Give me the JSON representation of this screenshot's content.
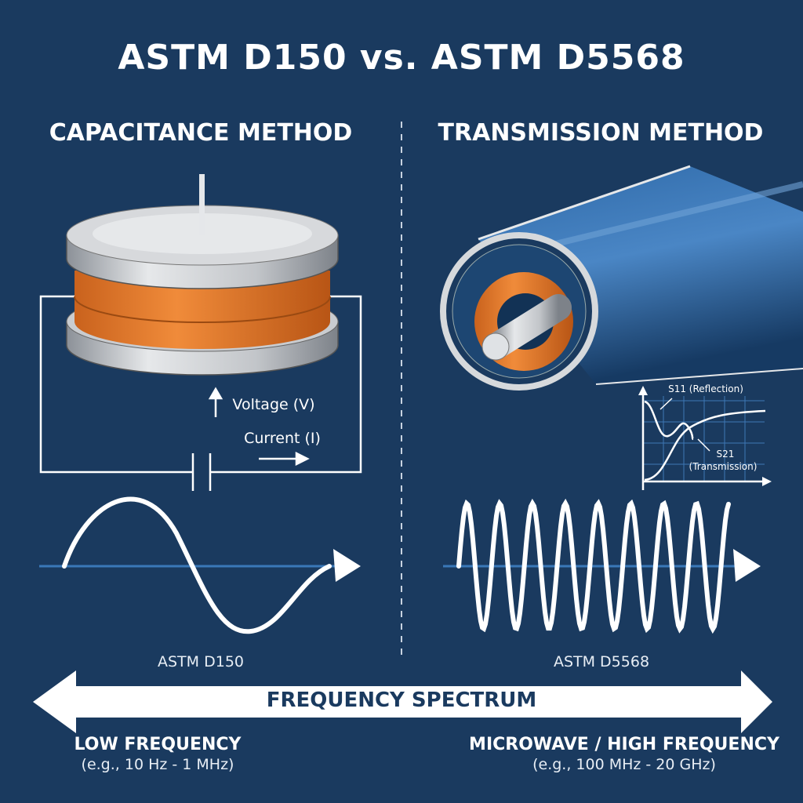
{
  "title": "ASTM D150 vs. ASTM D5568",
  "left": {
    "heading": "CAPACITANCE METHOD",
    "voltage_label": "Voltage (V)",
    "current_label": "Current (I)",
    "wave_caption": "ASTM D150"
  },
  "right": {
    "heading": "TRANSMISSION METHOD",
    "s11_label": "S11 (Reflection)",
    "s21_label": "S21",
    "s21_sub": "(Transmission)",
    "wave_caption": "ASTM D5568"
  },
  "spectrum": {
    "label": "FREQUENCY SPECTRUM",
    "low_title": "LOW FREQUENCY",
    "low_range": "(e.g., 10 Hz - 1 MHz)",
    "high_title": "MICROWAVE / HIGH FREQUENCY",
    "high_range": "(e.g., 100 MHz - 20 GHz)"
  },
  "colors": {
    "background": "#1a3a5f",
    "accent": "#e8812f",
    "line": "#3a78b8"
  }
}
